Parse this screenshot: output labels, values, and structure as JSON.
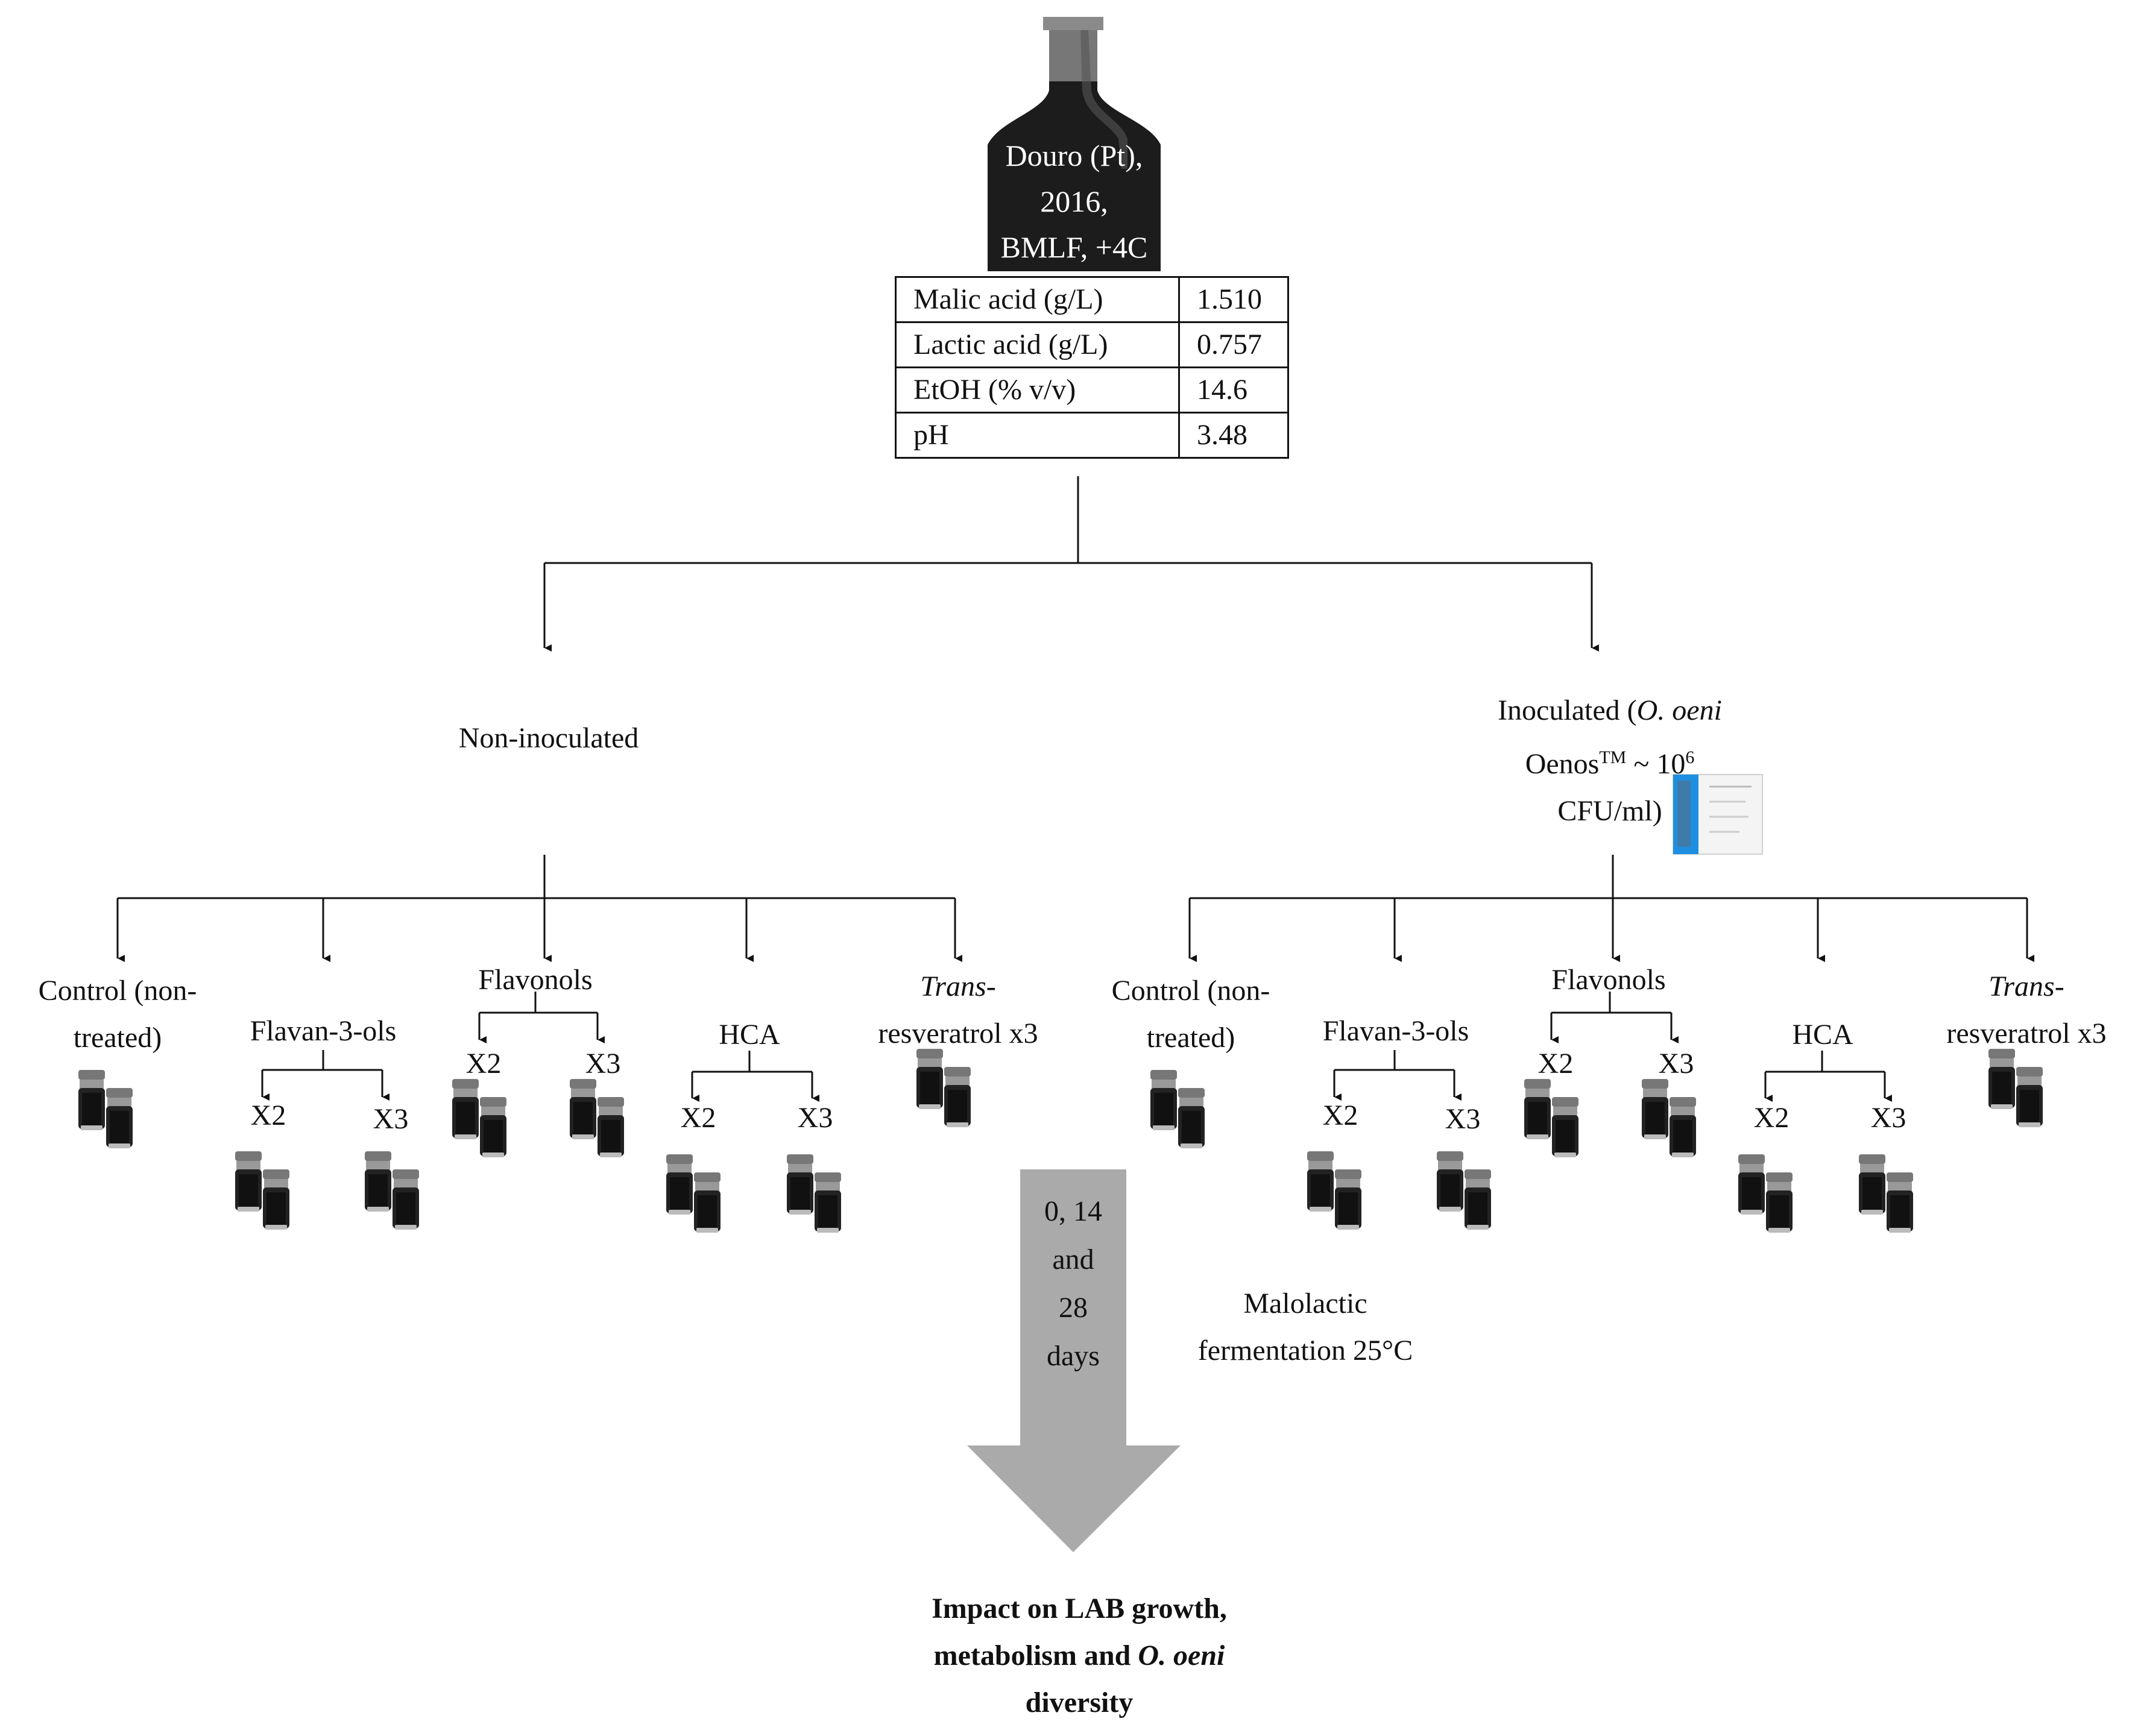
{
  "bottle": {
    "line1": "Douro (Pt),",
    "line2": "2016,",
    "line3": "BMLF, +4C"
  },
  "properties": [
    {
      "label": "Malic acid (g/L)",
      "value": "1.510"
    },
    {
      "label": "Lactic acid (g/L)",
      "value": "0.757"
    },
    {
      "label": "EtOH (% v/v)",
      "value": "14.6"
    },
    {
      "label": "pH",
      "value": "3.48"
    }
  ],
  "branches": {
    "left": {
      "label": "Non-inoculated"
    },
    "right": {
      "line1_pre": "Inoculated (",
      "line1_italic": "O. oeni",
      "line2_main": "Oenos",
      "line2_sup": "TM",
      "line2_mid": " ~ 10",
      "line2_sup2": "6",
      "line3": "CFU/ml)"
    }
  },
  "treatments": {
    "control": {
      "line1": "Control (non-",
      "line2": "treated)"
    },
    "flavanols": "Flavan-3-ols",
    "flavonols": "Flavonols",
    "hca": "HCA",
    "trans": {
      "italic": "Trans",
      "rest1": "-",
      "line2": "resveratrol x3"
    },
    "x2": "X2",
    "x3": "X3"
  },
  "timeline": {
    "line1": "0, 14",
    "line2": "and",
    "line3": "28",
    "line4": "days"
  },
  "process": {
    "line1": "Malolactic",
    "line2": "fermentation 25°C"
  },
  "outcome": {
    "line1": "Impact on LAB growth,",
    "line2_pre": "metabolism and ",
    "line2_italic": "O. oeni",
    "line3": "diversity"
  },
  "colors": {
    "arrow_gray": "#aaaaaa",
    "bottle": "#1c1c1c",
    "sachet_blue": "#1e8fe0"
  }
}
